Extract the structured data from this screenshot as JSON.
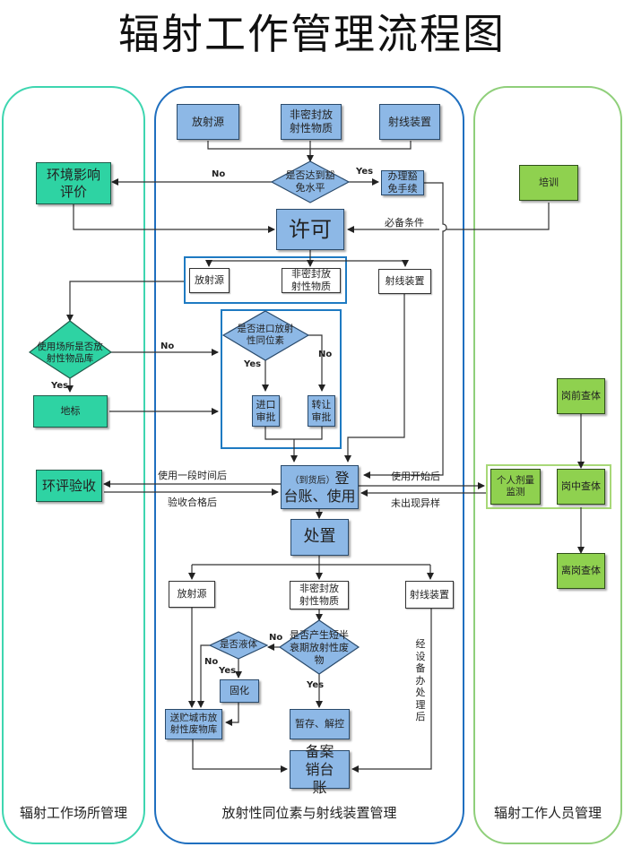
{
  "title": "辐射工作管理流程图",
  "lanes": {
    "left": {
      "label": "辐射工作场所管理",
      "color": "#3ed6b0"
    },
    "center": {
      "label": "放射性同位素与射线装置管理",
      "color": "#1f6fbf"
    },
    "right": {
      "label": "辐射工作人员管理",
      "color": "#8fcf7a"
    }
  },
  "colors": {
    "blue_node": "#8db8e6",
    "teal_node": "#2ed3a3",
    "green_node": "#8fd14f",
    "group_border": "#1e7ac2"
  },
  "center": {
    "top_sources": [
      "放射源",
      "非密封放射性物质",
      "射线装置"
    ],
    "exempt_decision": "是否达到豁免水平",
    "exempt_process": "办理豁免手续",
    "license": "许可",
    "prerequisite_label": "必备条件",
    "license_items": [
      "放射源",
      "非密封放射性物质",
      "射线装置"
    ],
    "import_decision": "是否进口放射性同位素",
    "import_approval": "进口审批",
    "transfer_approval": "转让审批",
    "register_use": "（到货后）登台账、使用",
    "register_prefix": "（到货后）",
    "register_main": "登台账、使用",
    "disposal": "处置",
    "disposal_items": [
      "放射源",
      "非密封放射性物质",
      "射线装置"
    ],
    "short_half_life_decision": "是否产生短半衰期放射性废物",
    "liquid_decision": "是否液体",
    "solidify": "固化",
    "send_waste_store": "送贮城市放射性废物库",
    "store_decay": "暂存、解控",
    "record_close": "备案销台账",
    "device_note": [
      "经",
      "设",
      "备",
      "办",
      "处",
      "理",
      "后"
    ]
  },
  "left": {
    "eia": "环境影响评价",
    "site_decision": "使用场所是否放射性物品库",
    "landmark": "地标",
    "eia_acceptance": "环评验收"
  },
  "right": {
    "training": "培训",
    "pre_exam": "岗前查体",
    "dose_monitor": "个人剂量监测",
    "mid_exam": "岗中查体",
    "leave_exam": "离岗查体"
  },
  "edge_labels": {
    "no": "No",
    "yes": "Yes",
    "after_period_use": "使用一段时间后",
    "after_acceptance": "验收合格后",
    "after_start_use": "使用开始后",
    "no_anomaly": "未出现异样",
    "prerequisite": "必备条件"
  }
}
